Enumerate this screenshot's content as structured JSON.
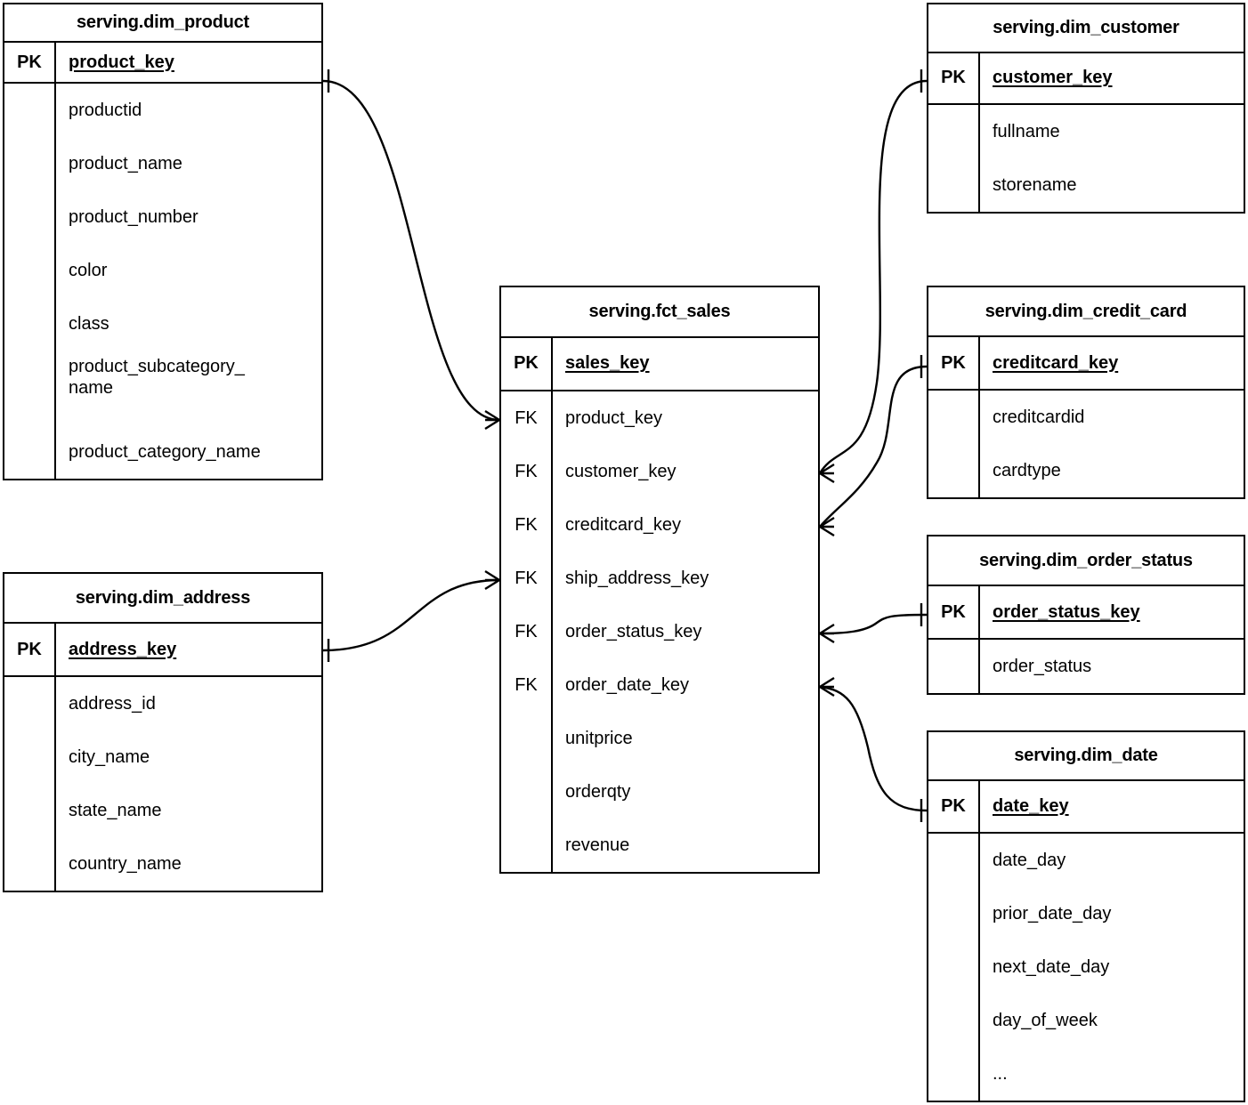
{
  "diagram": {
    "kind": "entity-relationship-diagram",
    "notation": "crow's-foot",
    "line_color": "#000000",
    "background_color": "#ffffff",
    "entity_border_color": "#000000"
  },
  "entities": {
    "dim_product": {
      "title": "serving.dim_product",
      "pk_tag": "PK",
      "pk_name": "product_key",
      "attributes": [
        {
          "tag": "",
          "name": "productid"
        },
        {
          "tag": "",
          "name": "product_name"
        },
        {
          "tag": "",
          "name": "product_number"
        },
        {
          "tag": "",
          "name": "color"
        },
        {
          "tag": "",
          "name": "class"
        },
        {
          "tag": "",
          "name": "product_subcategory_\nname"
        },
        {
          "tag": "",
          "name": "product_category_name"
        }
      ]
    },
    "dim_address": {
      "title": "serving.dim_address",
      "pk_tag": "PK",
      "pk_name": "address_key",
      "attributes": [
        {
          "tag": "",
          "name": "address_id"
        },
        {
          "tag": "",
          "name": "city_name"
        },
        {
          "tag": "",
          "name": "state_name"
        },
        {
          "tag": "",
          "name": "country_name"
        }
      ]
    },
    "fct_sales": {
      "title": "serving.fct_sales",
      "pk_tag": "PK",
      "pk_name": "sales_key",
      "attributes": [
        {
          "tag": "FK",
          "name": "product_key"
        },
        {
          "tag": "FK",
          "name": "customer_key"
        },
        {
          "tag": "FK",
          "name": "creditcard_key"
        },
        {
          "tag": "FK",
          "name": "ship_address_key"
        },
        {
          "tag": "FK",
          "name": "order_status_key"
        },
        {
          "tag": "FK",
          "name": "order_date_key"
        },
        {
          "tag": "",
          "name": "unitprice"
        },
        {
          "tag": "",
          "name": "orderqty"
        },
        {
          "tag": "",
          "name": "revenue"
        }
      ]
    },
    "dim_customer": {
      "title": "serving.dim_customer",
      "pk_tag": "PK",
      "pk_name": "customer_key",
      "attributes": [
        {
          "tag": "",
          "name": "fullname"
        },
        {
          "tag": "",
          "name": "storename"
        }
      ]
    },
    "dim_credit_card": {
      "title": "serving.dim_credit_card",
      "pk_tag": "PK",
      "pk_name": "creditcard_key",
      "attributes": [
        {
          "tag": "",
          "name": "creditcardid"
        },
        {
          "tag": "",
          "name": "cardtype"
        }
      ]
    },
    "dim_order_status": {
      "title": "serving.dim_order_status",
      "pk_tag": "PK",
      "pk_name": "order_status_key",
      "attributes": [
        {
          "tag": "",
          "name": "order_status"
        }
      ]
    },
    "dim_date": {
      "title": "serving.dim_date",
      "pk_tag": "PK",
      "pk_name": "date_key",
      "attributes": [
        {
          "tag": "",
          "name": "date_day"
        },
        {
          "tag": "",
          "name": "prior_date_day"
        },
        {
          "tag": "",
          "name": "next_date_day"
        },
        {
          "tag": "",
          "name": "day_of_week"
        },
        {
          "tag": "",
          "name": "..."
        }
      ]
    }
  },
  "relationships": [
    {
      "from": "dim_product.product_key",
      "to": "fct_sales.product_key",
      "from_cardinality": "one",
      "to_cardinality": "many"
    },
    {
      "from": "dim_address.address_key",
      "to": "fct_sales.ship_address_key",
      "from_cardinality": "one",
      "to_cardinality": "many"
    },
    {
      "from": "dim_customer.customer_key",
      "to": "fct_sales.customer_key",
      "from_cardinality": "one",
      "to_cardinality": "many"
    },
    {
      "from": "dim_credit_card.creditcard_key",
      "to": "fct_sales.creditcard_key",
      "from_cardinality": "one",
      "to_cardinality": "many"
    },
    {
      "from": "dim_order_status.order_status_key",
      "to": "fct_sales.order_status_key",
      "from_cardinality": "one",
      "to_cardinality": "many"
    },
    {
      "from": "dim_date.date_key",
      "to": "fct_sales.order_date_key",
      "from_cardinality": "one",
      "to_cardinality": "many"
    }
  ]
}
